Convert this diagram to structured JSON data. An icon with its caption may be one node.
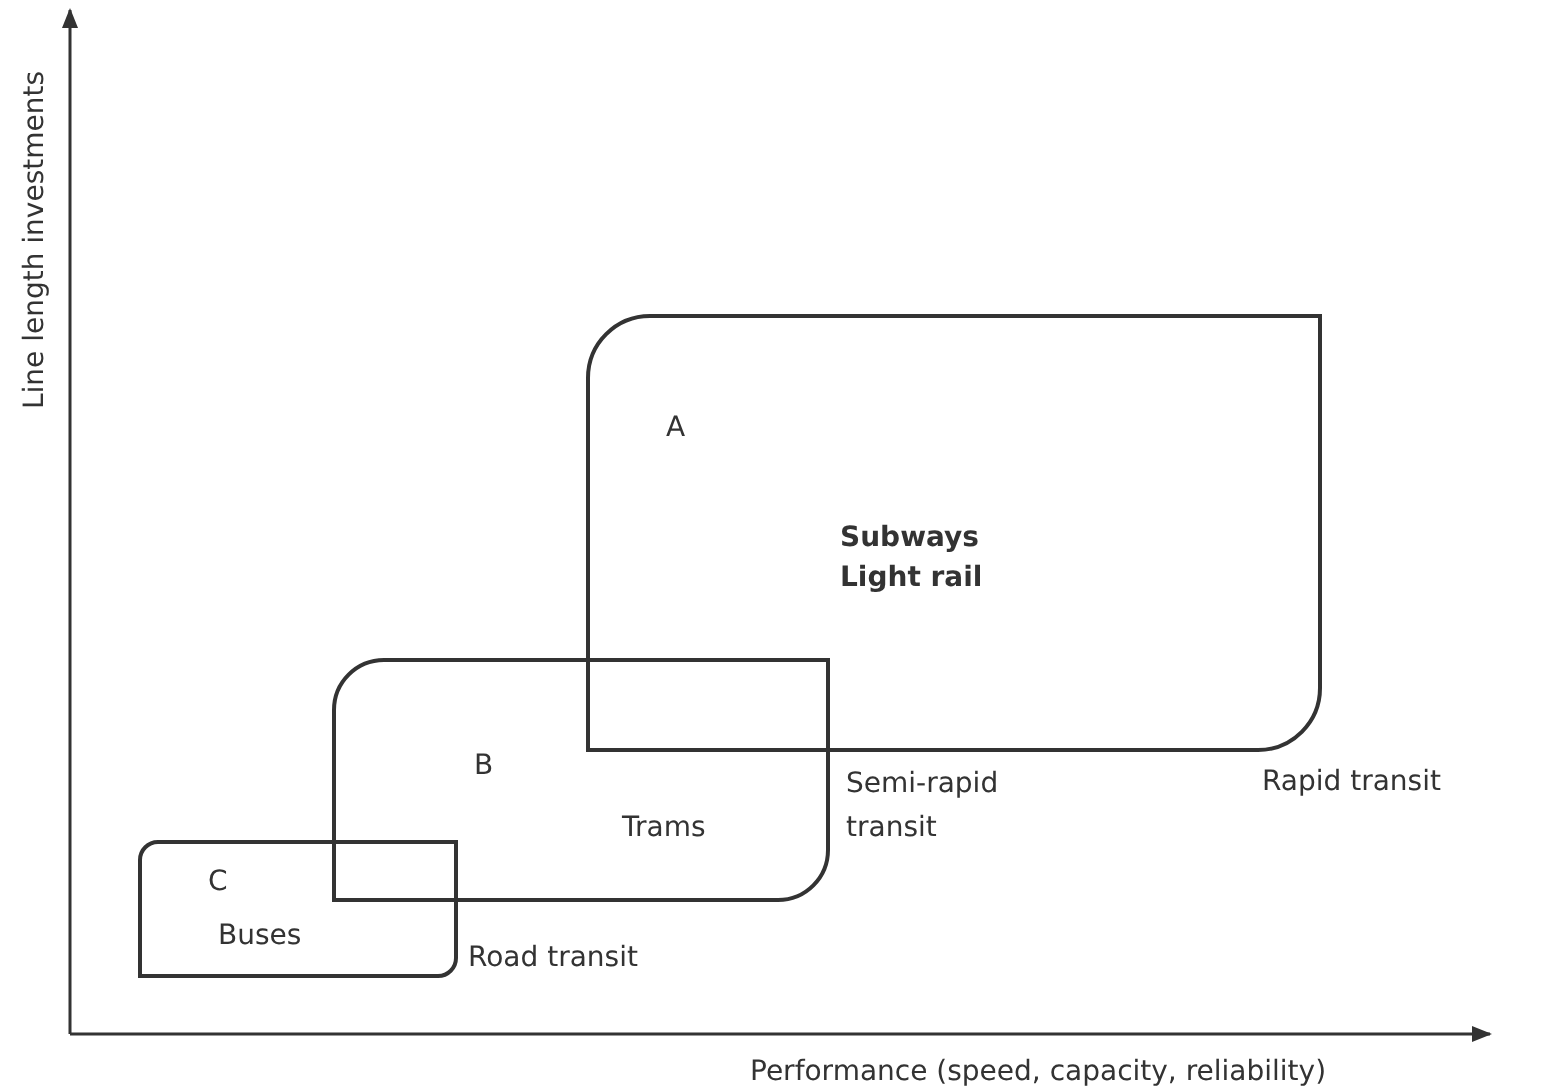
{
  "diagram": {
    "nodes": [
      {
        "text": [
          "A",
          "Subways Light rail"
        ],
        "beside": [
          "Rapid transit"
        ]
      },
      {
        "text": [
          "B",
          "Trams"
        ],
        "beside": [
          "Semi-rapid transit"
        ]
      },
      {
        "text": [
          "C",
          "Buses"
        ],
        "beside": [
          "Road transit"
        ]
      }
    ],
    "labels": [
      "Line length investments",
      "Performance (speed, capacity, reliability)"
    ]
  }
}
